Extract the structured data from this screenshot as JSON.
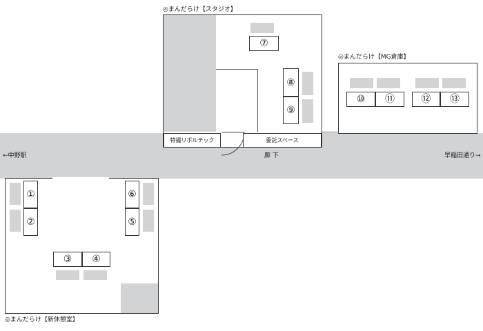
{
  "corridor": {
    "label": "廊 下",
    "left_direction": "←中野駅",
    "right_direction": "早稲田通り→"
  },
  "studio": {
    "title": "◎まんだらけ【スタジオ】",
    "booths": [
      "⑦",
      "⑧",
      "⑨"
    ],
    "sign_tokusatsu": "特撮リボルテック",
    "sign_consign": "委託スペース"
  },
  "warehouse": {
    "title": "◎まんだらけ【MG倉庫】",
    "booths": [
      "⑩",
      "⑪",
      "⑫",
      "⑬"
    ]
  },
  "lounge": {
    "title": "◎まんだらけ【新休憩室】",
    "booths": [
      "①",
      "②",
      "③",
      "④",
      "⑤",
      "⑥"
    ]
  }
}
